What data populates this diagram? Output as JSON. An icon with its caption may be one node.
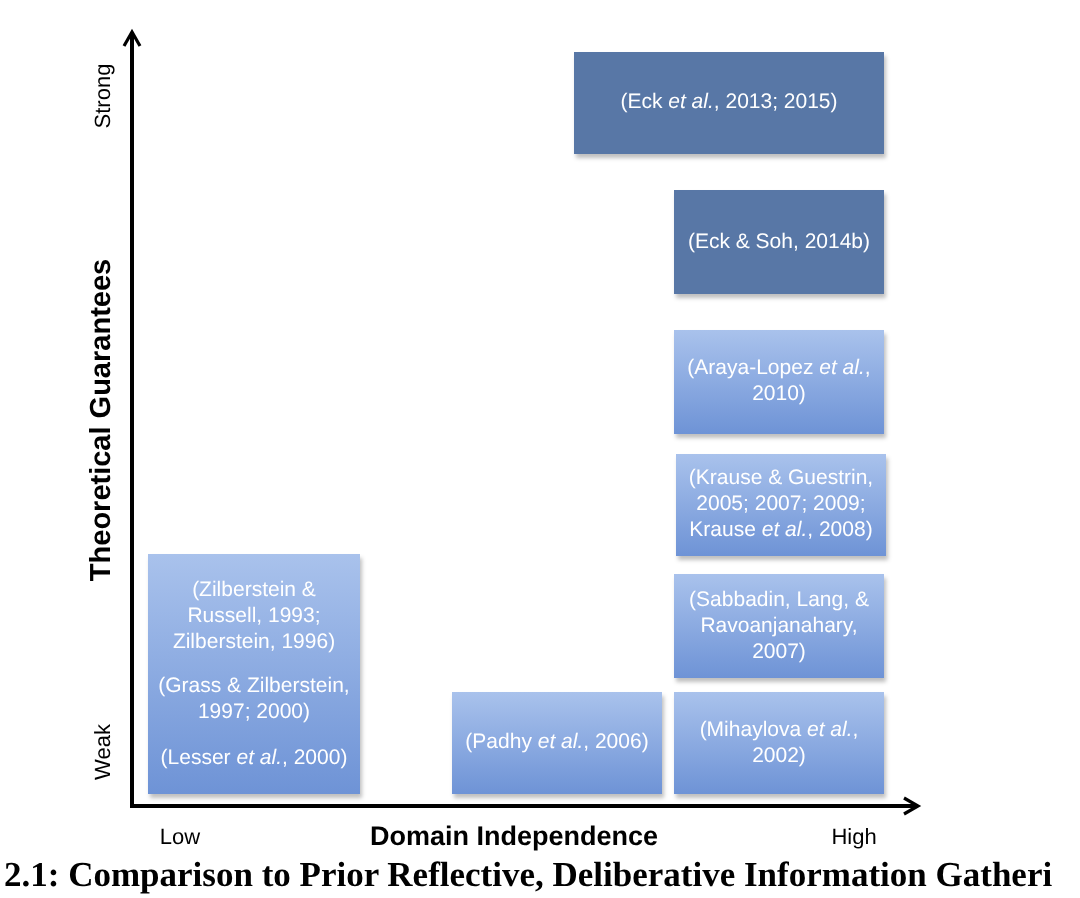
{
  "diagram": {
    "caption": "2.1: Comparison to Prior Reflective, Deliberative Information Gatheri",
    "nodes": [
      {
        "text": [
          "(Eck *et al.*, 2013; 2015)"
        ]
      },
      {
        "text": [
          "(Eck & Soh, 2014b)"
        ]
      },
      {
        "text": [
          "(Araya-Lopez *et al.*, 2010)"
        ]
      },
      {
        "text": [
          "(Krause & Guestrin, 2005; 2007; 2009; Krause *et al.*, 2008)"
        ]
      },
      {
        "text": [
          "(Zilberstein & Russell, 1993; Zilberstein, 1996)",
          "(Grass & Zilberstein, 1997; 2000)",
          "(Lesser *et al.*, 2000)"
        ]
      },
      {
        "text": [
          "(Sabbadin, Lang, & Ravoanjanahary, 2007)"
        ]
      },
      {
        "text": [
          "(Padhy *et al.*, 2006)"
        ]
      },
      {
        "text": [
          "(Mihaylova *et al.*, 2002)"
        ]
      }
    ],
    "labels": [
      "Strong",
      "Theoretical Guarantees",
      "Weak",
      "Low",
      "Domain Independence",
      "High"
    ]
  }
}
